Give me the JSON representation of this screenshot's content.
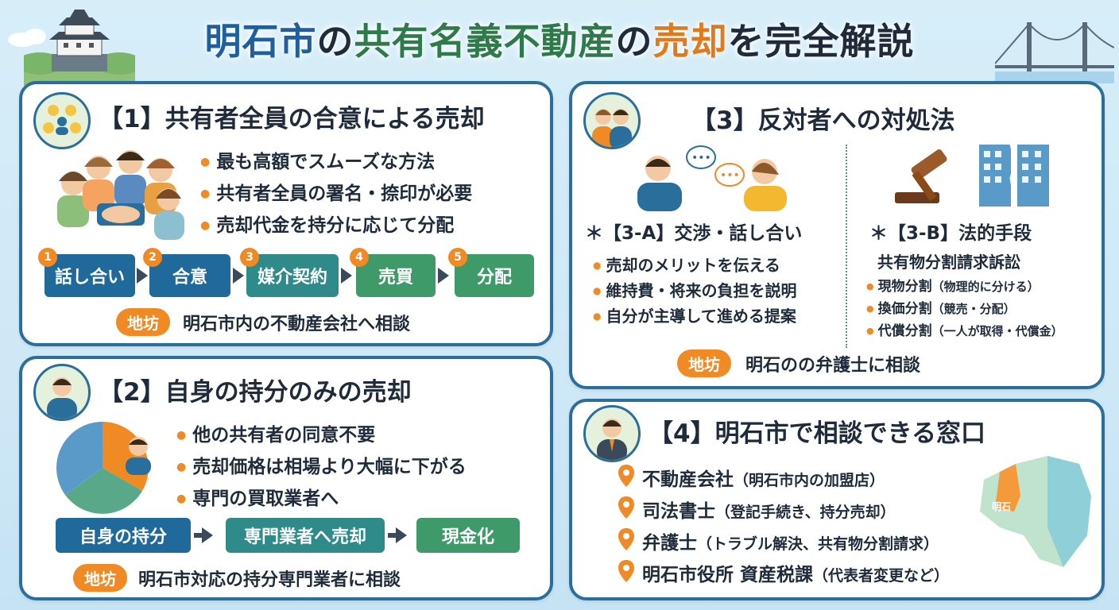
{
  "title": {
    "part1": "明石市",
    "part2": "の",
    "part3": "共有名義不動産",
    "part4": "の",
    "part5": "売却",
    "part6": "を完全解説"
  },
  "p1": {
    "title": "【1】共有者全員の合意による売却",
    "bullets": [
      "最も高額でスムーズな方法",
      "共有者全員の署名・捺印が必要",
      "売却代金を持分に応じて分配"
    ],
    "steps": [
      "話し合い",
      "合意",
      "媒介契約",
      "売買",
      "分配"
    ],
    "step_nums": [
      "1",
      "2",
      "3",
      "4",
      "5"
    ],
    "pill": "地坊",
    "note": "明石市内の不動産会社へ相談"
  },
  "p2": {
    "title": "【2】自身の持分のみの売却",
    "bullets": [
      "他の共有者の同意不要",
      "売却価格は相場より大幅に下がる",
      "専門の買取業者へ"
    ],
    "steps": [
      "自身の持分",
      "専門業者へ売却",
      "現金化"
    ],
    "pill": "地坊",
    "note": "明石市対応の持分専門業者に相談"
  },
  "p3": {
    "title": "【3】反対者への対処法",
    "a_title": "＊【3-A】交渉・話し合い",
    "a_bullets": [
      "売却のメリットを伝える",
      "維持費・将来の負担を説明",
      "自分が主導して進める提案"
    ],
    "b_title": "＊【3-B】法的手段",
    "b_subtitle": "共有物分割請求訴訟",
    "b_bullets": [
      {
        "main": "現物分割",
        "paren": "（物理的に分ける）"
      },
      {
        "main": "換価分割",
        "paren": "（競売・分配）"
      },
      {
        "main": "代償分割",
        "paren": "（一人が取得・代償金）"
      }
    ],
    "pill": "地坊",
    "note": "明石のの弁護士に相談"
  },
  "p4": {
    "title": "【4】明石市で相談できる窓口",
    "items": [
      {
        "main": "不動産会社",
        "paren": "（明石市内の加盟店）"
      },
      {
        "main": "司法書士",
        "paren": "（登記手続き、持分売却）"
      },
      {
        "main": "弁護士",
        "paren": "（トラブル解決、共有物分割請求）"
      },
      {
        "main": "明石市役所 資産税課",
        "paren": "（代表者変更など）"
      }
    ],
    "map_label": "明石"
  },
  "colors": {
    "border": "#2a6e9c",
    "accent": "#ef8a25",
    "step_blue": "#1f6a9a",
    "step_teal": "#2f8a8a",
    "step_green": "#3f9a6a"
  }
}
